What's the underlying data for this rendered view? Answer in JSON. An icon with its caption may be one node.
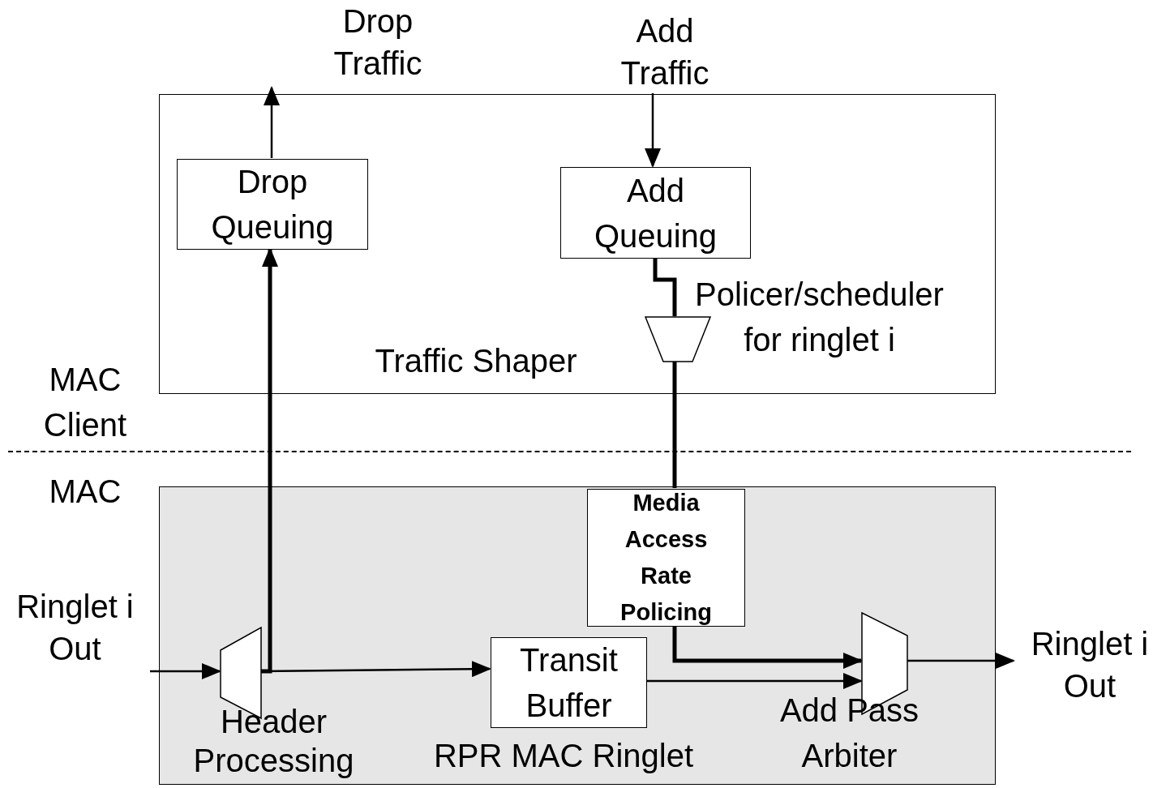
{
  "diagram": {
    "nodes": [
      {
        "text": [
          "Traffic Shaper"
        ]
      },
      {
        "text": [
          "Drop Queuing"
        ],
        "in": 0
      },
      {
        "text": [
          "Add Queuing"
        ],
        "in": 0
      },
      {
        "text": [],
        "shape": "trapezoid",
        "in": 0,
        "beside": [
          "Policer/scheduler for ringlet i"
        ]
      },
      {
        "text": [
          "RPR MAC Ringlet"
        ]
      },
      {
        "text": [
          "Media Access Rate Policing"
        ],
        "in": 4
      },
      {
        "text": [],
        "shape": "trapezoid",
        "in": 4,
        "beside": [
          "Header Processing"
        ]
      },
      {
        "text": [
          "Transit Buffer"
        ],
        "in": 4
      },
      {
        "text": [],
        "shape": "trapezoid",
        "in": 4,
        "beside": [
          "Add Pass Arbiter"
        ]
      },
      {
        "text": [
          "Drop Traffic"
        ]
      },
      {
        "text": [
          "Add Traffic"
        ]
      },
      {
        "text": [
          "Ringlet i Out"
        ]
      },
      {
        "text": [
          "Ringlet i Out"
        ]
      }
    ],
    "edges": [
      {
        "from": 1,
        "to": 9,
        "arrow": "to"
      },
      {
        "from": 10,
        "to": 2,
        "arrow": "to"
      },
      {
        "from": 2,
        "to": 3,
        "arrow": "none",
        "style": "thick"
      },
      {
        "from": 3,
        "to": 5,
        "arrow": "none",
        "style": "thick"
      },
      {
        "from": 11,
        "to": 6,
        "arrow": "to"
      },
      {
        "from": 6,
        "to": 1,
        "arrow": "to",
        "style": "thick"
      },
      {
        "from": 6,
        "to": 7,
        "arrow": "to"
      },
      {
        "from": 7,
        "to": 8,
        "arrow": "to"
      },
      {
        "from": 5,
        "to": 8,
        "arrow": "to",
        "style": "thick"
      },
      {
        "from": 8,
        "to": 12,
        "arrow": "to"
      }
    ],
    "labels": [
      "MAC Client",
      "MAC"
    ]
  }
}
